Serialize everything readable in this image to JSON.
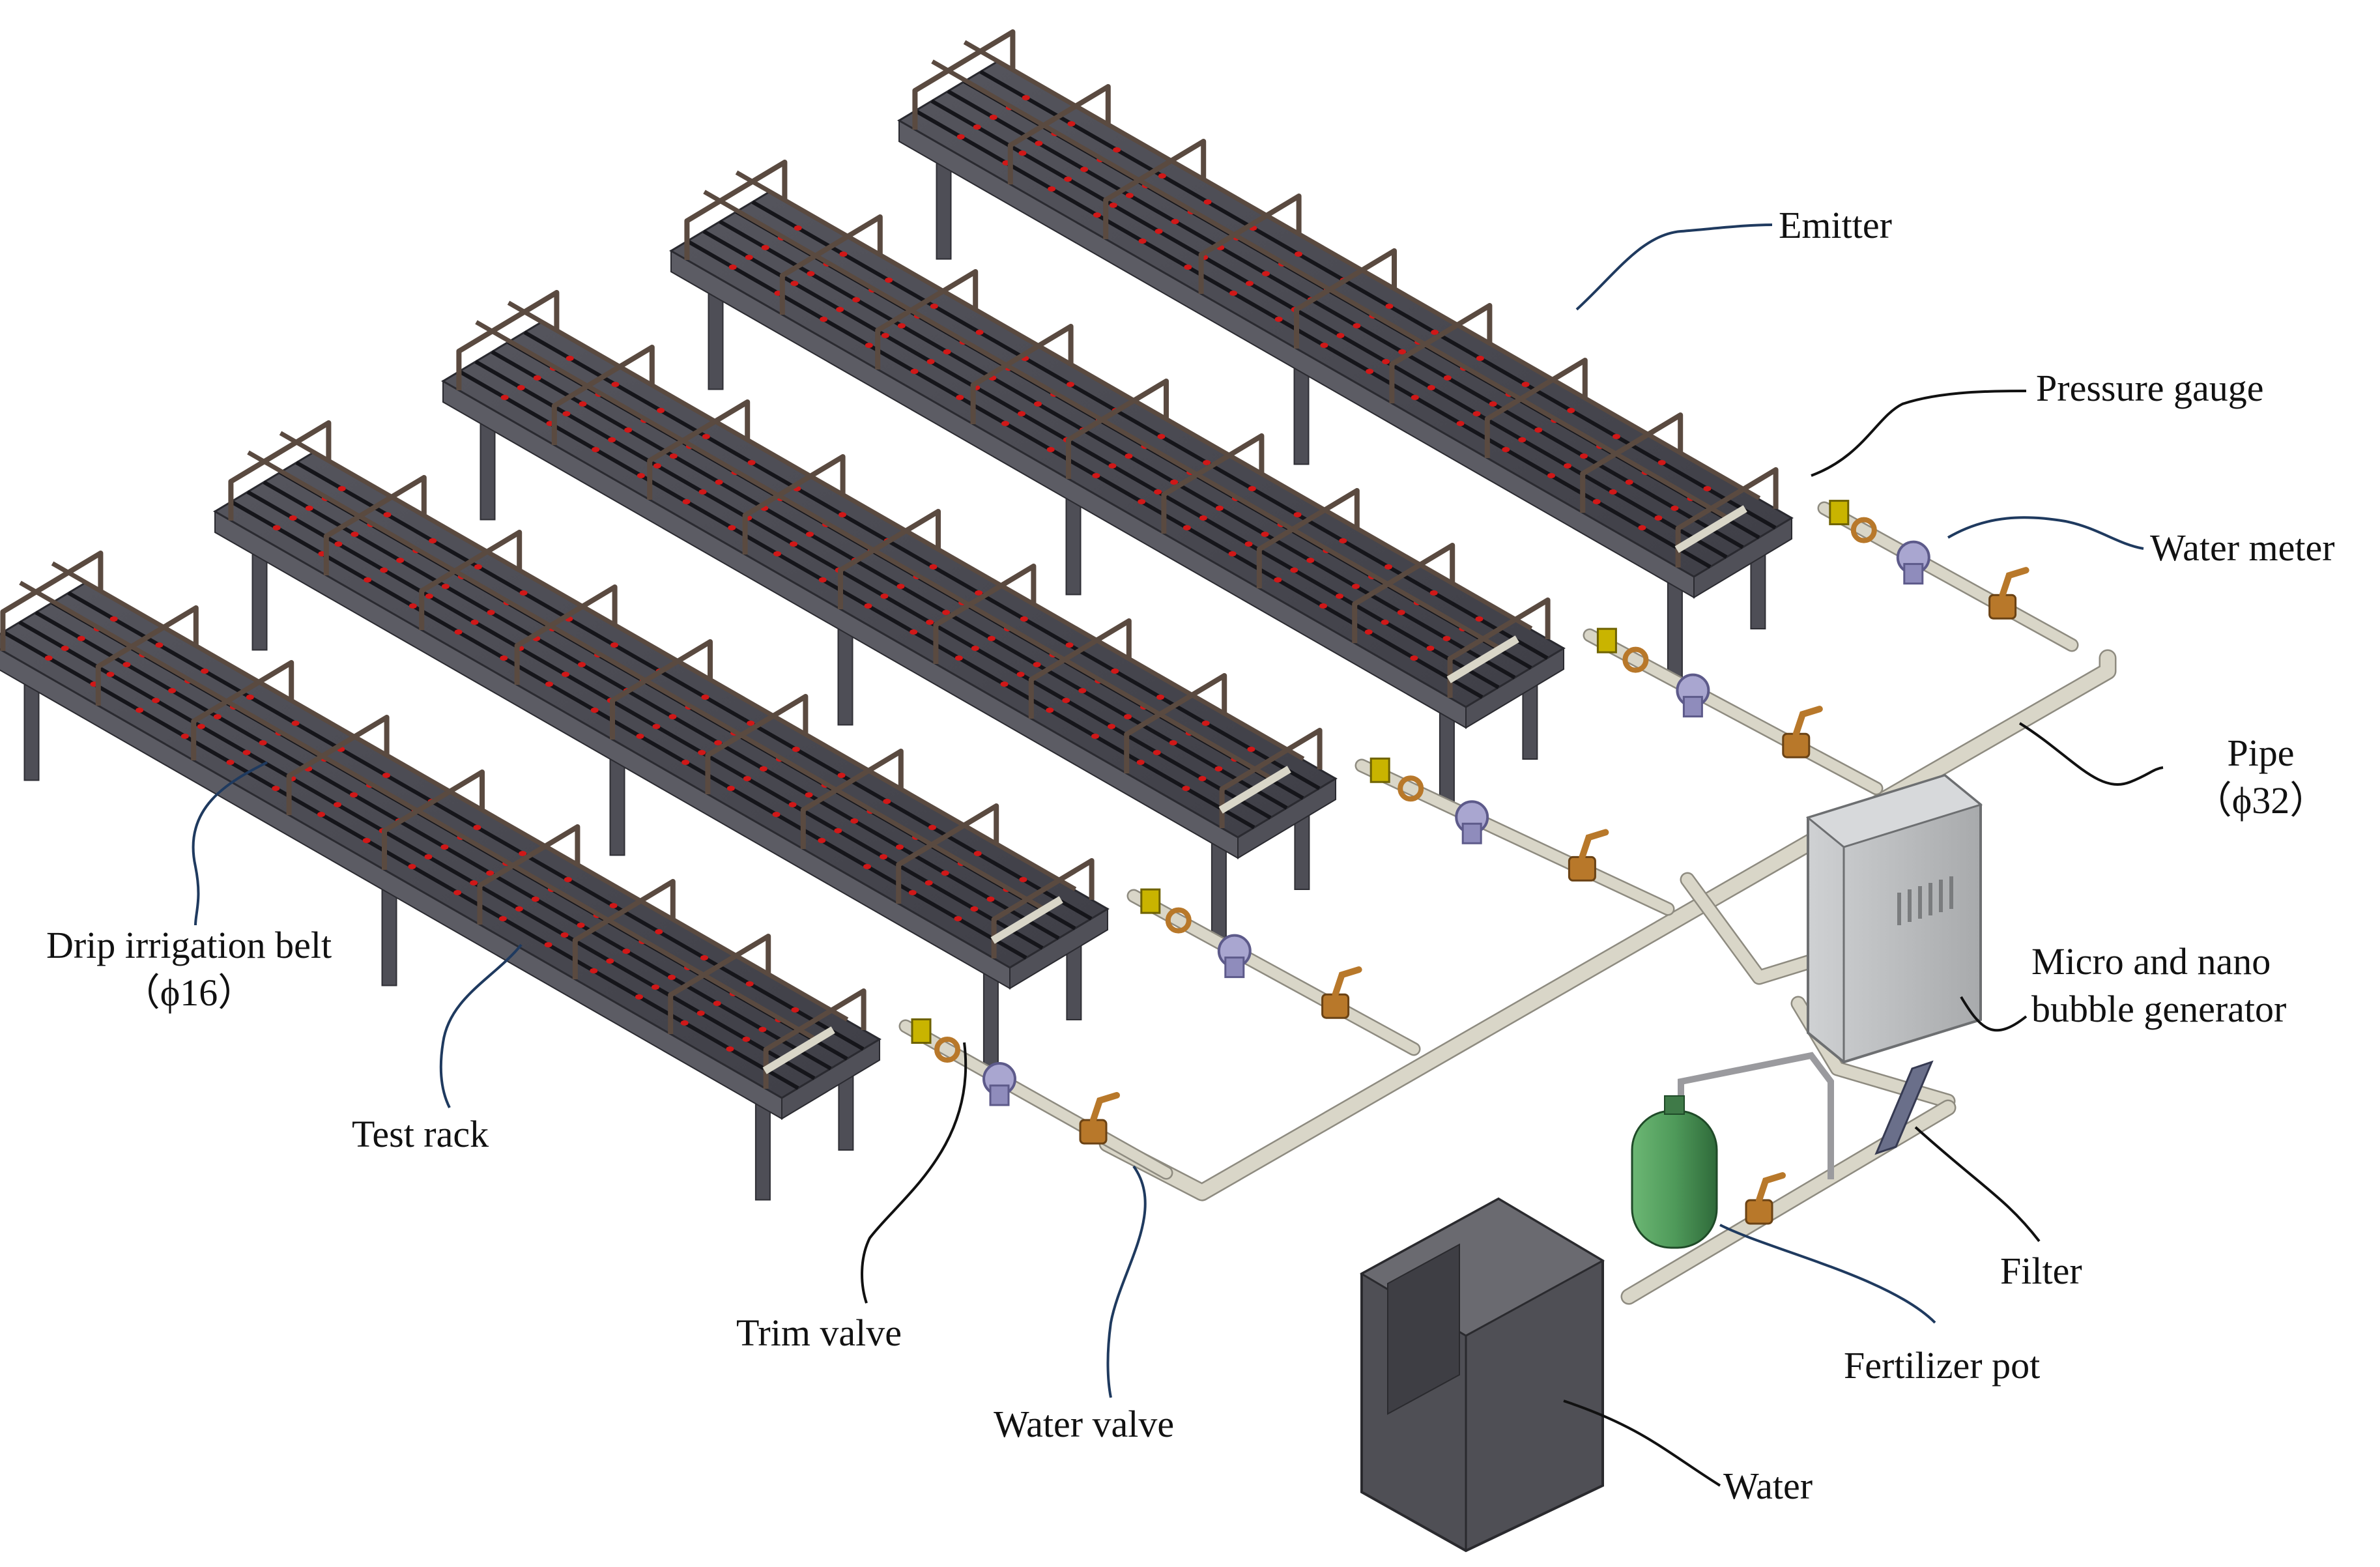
{
  "labels": {
    "emitter": "Emitter",
    "pressure_gauge": "Pressure gauge",
    "water_meter": "Water meter",
    "pipe_line1": "Pipe",
    "pipe_line2": "（ϕ32）",
    "mnb_line1": "Micro and nano",
    "mnb_line2": "bubble generator",
    "drip_line1": "Drip irrigation belt",
    "drip_line2": "（ϕ16）",
    "test_rack": "Test rack",
    "trim_valve": "Trim valve",
    "water_valve": "Water valve",
    "filter": "Filter",
    "fertilizer_pot": "Fertilizer pot",
    "water": "Water"
  },
  "colors": {
    "rack_top": "#4a4a52",
    "rack_side": "#5c5c64",
    "rack_leg": "#4e4e56",
    "rail": "#5a4a40",
    "drip_belt": "#15151a",
    "emitter_dot": "#d01818",
    "pipe": "#d9d6c8",
    "pipe_edge": "#8e8b80",
    "valve": "#b8782a",
    "gauge": "#c9b400",
    "meter": "#a9a6d0",
    "generator": "#b9bbbd",
    "tank": "#5a5a5e",
    "fert_pot": "#4f9a5a",
    "leader_blue": "#1f3a5f",
    "leader_black": "#111111"
  }
}
